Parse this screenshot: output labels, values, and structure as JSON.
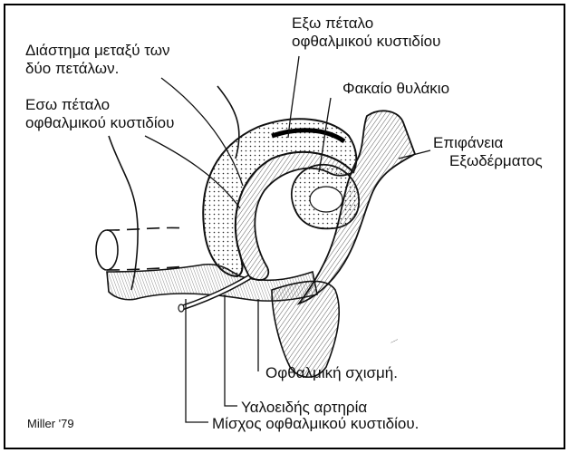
{
  "diagram": {
    "labels": {
      "space_between_layers": [
        "Διάστημα μεταξύ των",
        "δύο πετάλων."
      ],
      "outer_layer": [
        "Εξω πέταλο",
        "οφθαλμικού κυστιδίου"
      ],
      "lens_vesicle": "Φακαίο θυλάκιο",
      "inner_layer": [
        "Εσω πέταλο",
        "οφθαλμικού κυστιδίου"
      ],
      "ectoderm_surface": [
        "Επιφάνεια",
        "Εξωδέρματος"
      ],
      "optic_fissure": "Οφθαλμική σχισμή.",
      "hyaloid_artery": "Υαλοειδής αρτηρία",
      "optic_stalk": "Μίσχος οφθαλμικού κυστιδίου.",
      "credit": "Miller '79"
    },
    "colors": {
      "ink": "#111111",
      "paper": "#ffffff",
      "frame": "#000000"
    }
  }
}
